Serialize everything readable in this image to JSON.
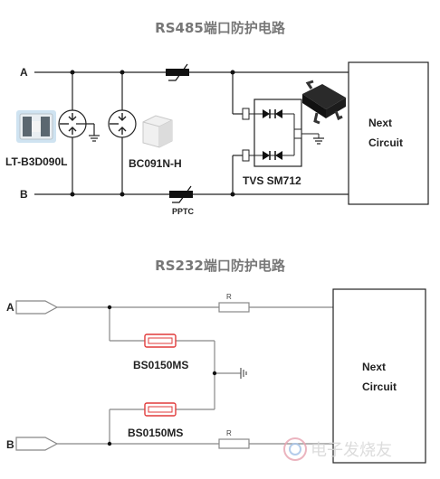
{
  "rs485": {
    "title": "RS485端口防护电路",
    "line_a": "A",
    "line_b": "B",
    "gdt1_label": "LT-B3D090L",
    "gdt2_label": "BC091N-H",
    "ptc_label": "PPTC",
    "tvs_label": "TVS SM712",
    "next_line1": "Next",
    "next_line2": "Circuit"
  },
  "rs232": {
    "title": "RS232端口防护电路",
    "line_a": "A",
    "line_b": "B",
    "res_top": "R",
    "res_bottom": "R",
    "bs_top": "BS0150MS",
    "bs_bottom": "BS0150MS",
    "next_line1": "Next",
    "next_line2": "Circuit"
  },
  "watermark": "电子发烧友"
}
